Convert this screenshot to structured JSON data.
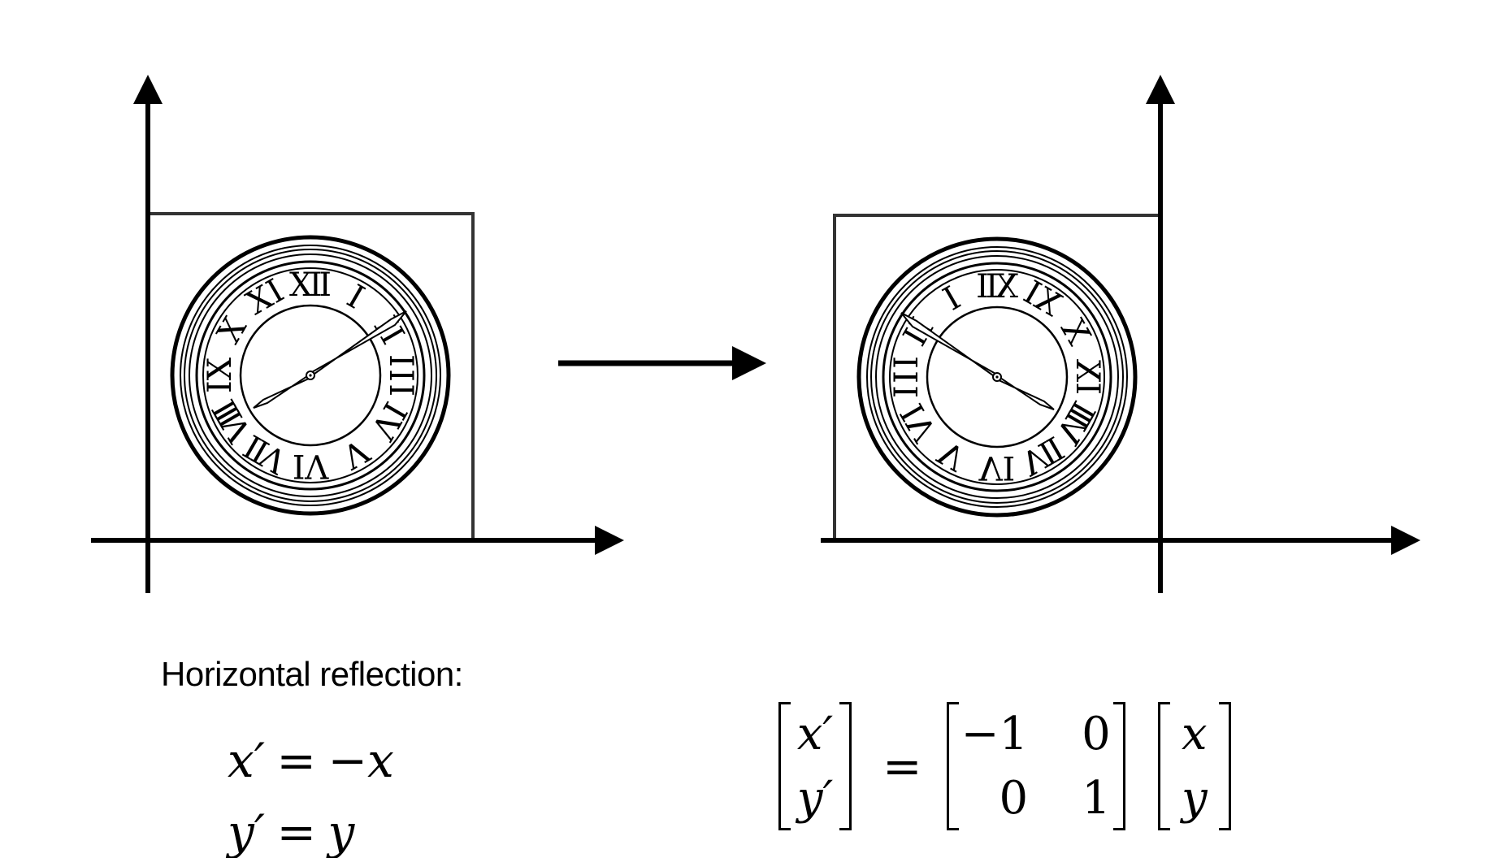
{
  "caption": "Horizontal reflection:",
  "equations": {
    "line1": {
      "lhs": "x′",
      "op": "=",
      "rhs": "−x"
    },
    "line2": {
      "lhs": "y′",
      "op": "=",
      "rhs": "y"
    }
  },
  "matrix_equation": {
    "lhs": [
      "x′",
      "y′"
    ],
    "equals": "=",
    "matrix": [
      "−1",
      "0",
      "0",
      "1"
    ],
    "rhs": [
      "x",
      "y"
    ]
  },
  "clock_numerals": [
    "XII",
    "I",
    "II",
    "III",
    "IV",
    "V",
    "VI",
    "VII",
    "VIII",
    "IX",
    "X",
    "XI"
  ],
  "colors": {
    "ink": "#000000",
    "frame": "#333333",
    "background": "#ffffff"
  },
  "icons": {
    "transform_arrow": "right-arrow-icon"
  }
}
